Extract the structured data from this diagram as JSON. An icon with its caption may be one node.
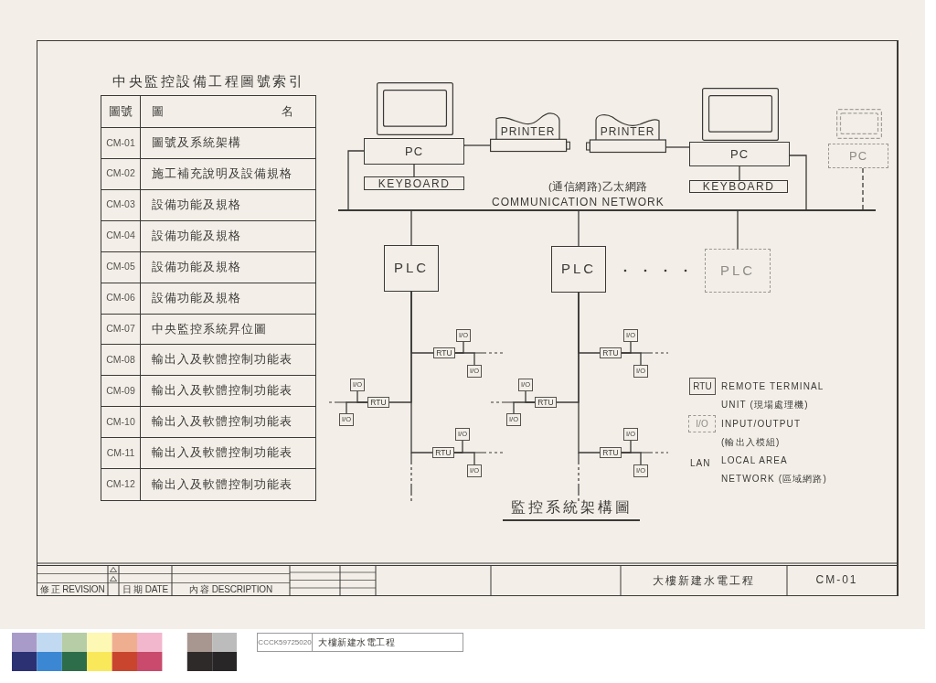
{
  "diagram": {
    "title": "監控系統架構圖",
    "nodes": [
      {
        "text": [
          "PC"
        ]
      },
      {
        "text": [
          "KEYBOARD"
        ]
      },
      {
        "text": [
          "PRINTER"
        ]
      },
      {
        "text": [
          "PRINTER"
        ]
      },
      {
        "text": [
          "PC"
        ]
      },
      {
        "text": [
          "KEYBOARD"
        ]
      },
      {
        "text": [
          "PC"
        ]
      },
      {
        "text": [],
        "shape": "bar",
        "beside": [
          "(通信網路)乙太網路",
          "COMMUNICATION NETWORK"
        ]
      },
      {
        "text": [
          "PLC"
        ]
      },
      {
        "text": [
          "PLC"
        ]
      },
      {
        "text": [
          "PLC"
        ]
      },
      {
        "text": [
          "RTU"
        ]
      },
      {
        "text": [
          "I/O"
        ]
      },
      {
        "text": [
          "I/O"
        ]
      },
      {
        "text": [
          "RTU"
        ]
      },
      {
        "text": [
          "I/O"
        ]
      },
      {
        "text": [
          "I/O"
        ]
      },
      {
        "text": [
          "RTU"
        ]
      },
      {
        "text": [
          "I/O"
        ]
      },
      {
        "text": [
          "I/O"
        ]
      },
      {
        "text": [
          "RTU"
        ]
      },
      {
        "text": [
          "I/O"
        ]
      },
      {
        "text": [
          "I/O"
        ]
      },
      {
        "text": [
          "RTU"
        ]
      },
      {
        "text": [
          "I/O"
        ]
      },
      {
        "text": [
          "I/O"
        ]
      },
      {
        "text": [
          "RTU"
        ]
      },
      {
        "text": [
          "I/O"
        ]
      },
      {
        "text": [
          "I/O"
        ]
      },
      {
        "text": [
          "RTU"
        ],
        "beside": [
          "REMOTE TERMINAL UNIT (現場處理機)"
        ]
      },
      {
        "text": [
          "I/O"
        ],
        "beside": [
          "INPUT/OUTPUT (輸出入模組)"
        ]
      }
    ],
    "edges": [
      {
        "from": 0,
        "to": 1,
        "arrow": "none"
      },
      {
        "from": 0,
        "to": 2,
        "arrow": "none"
      },
      {
        "from": 3,
        "to": 4,
        "arrow": "none"
      },
      {
        "from": 4,
        "to": 5,
        "arrow": "none"
      },
      {
        "from": 0,
        "to": 7,
        "arrow": "none"
      },
      {
        "from": 4,
        "to": 7,
        "arrow": "none"
      },
      {
        "from": 6,
        "to": 7,
        "arrow": "none",
        "style": "dashed"
      },
      {
        "from": 7,
        "to": 8,
        "arrow": "none"
      },
      {
        "from": 7,
        "to": 9,
        "arrow": "none"
      },
      {
        "from": 7,
        "to": 10,
        "arrow": "none"
      },
      {
        "from": 8,
        "to": 11,
        "arrow": "none"
      },
      {
        "from": 8,
        "to": 14,
        "arrow": "none"
      },
      {
        "from": 8,
        "to": 17,
        "arrow": "none"
      },
      {
        "from": 9,
        "to": 20,
        "arrow": "none"
      },
      {
        "from": 9,
        "to": 23,
        "arrow": "none"
      },
      {
        "from": 9,
        "to": 26,
        "arrow": "none"
      },
      {
        "from": 11,
        "to": 12,
        "arrow": "none"
      },
      {
        "from": 11,
        "to": 13,
        "arrow": "none"
      },
      {
        "from": 14,
        "to": 15,
        "arrow": "none"
      },
      {
        "from": 14,
        "to": 16,
        "arrow": "none"
      },
      {
        "from": 17,
        "to": 18,
        "arrow": "none"
      },
      {
        "from": 17,
        "to": 19,
        "arrow": "none"
      },
      {
        "from": 20,
        "to": 21,
        "arrow": "none"
      },
      {
        "from": 20,
        "to": 22,
        "arrow": "none"
      },
      {
        "from": 23,
        "to": 24,
        "arrow": "none"
      },
      {
        "from": 23,
        "to": 25,
        "arrow": "none"
      },
      {
        "from": 26,
        "to": 27,
        "arrow": "none"
      },
      {
        "from": 26,
        "to": 28,
        "arrow": "none"
      }
    ],
    "labels": [
      "中央監控設備工程圖號索引",
      "圖號",
      "圖 名",
      "CM-01",
      "圖號及系統架構",
      "CM-02",
      "施工補充說明及設備規格",
      "CM-03",
      "設備功能及規格",
      "CM-04",
      "設備功能及規格",
      "CM-05",
      "設備功能及規格",
      "CM-06",
      "設備功能及規格",
      "CM-07",
      "中央監控系統昇位圖",
      "CM-08",
      "輸出入及軟體控制功能表",
      "CM-09",
      "輸出入及軟體控制功能表",
      "CM-10",
      "輸出入及軟體控制功能表",
      "CM-11",
      "輸出入及軟體控制功能表",
      "CM-12",
      "輸出入及軟體控制功能表",
      "LAN",
      "LOCAL AREA NETWORK (區域網路)",
      "修 正 REVISION",
      "日 期 DATE",
      "內 容 DESCRIPTION",
      "大樓新建水電工程",
      "CM-01",
      "CCCK59725020",
      "大樓新建水電工程"
    ]
  }
}
